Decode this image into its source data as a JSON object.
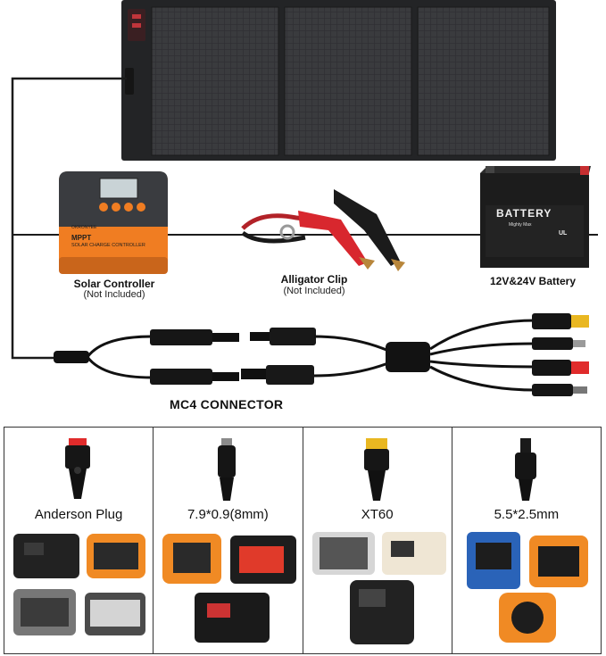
{
  "labels": {
    "solar_controller": "Solar Controller",
    "solar_controller_note": "(Not Included)",
    "alligator_clip": "Alligator Clip",
    "alligator_clip_note": "(Not Included)",
    "battery": "12V&24V Battery",
    "mc4": "MC4 CONNECTOR"
  },
  "controller_face": {
    "brand": "OKRONYEE",
    "model": "MPPT",
    "subtitle": "SOLAR CHARGE CONTROLLER"
  },
  "battery_face": {
    "brand": "BATTERY",
    "small": "Mighty Max",
    "ul": "UL"
  },
  "connectors": [
    {
      "title": "Anderson  Plug"
    },
    {
      "title": "7.9*0.9(8mm)"
    },
    {
      "title": "XT60"
    },
    {
      "title": "5.5*2.5mm"
    }
  ],
  "colors": {
    "panel": "#2b2c2e",
    "controller_orange": "#f07d22",
    "clip_red": "#d8272e",
    "anderson_red": "#e02b2b",
    "xt60_yellow": "#e9b721",
    "station_orange": "#f08a24",
    "station_blue": "#2a63b8"
  }
}
